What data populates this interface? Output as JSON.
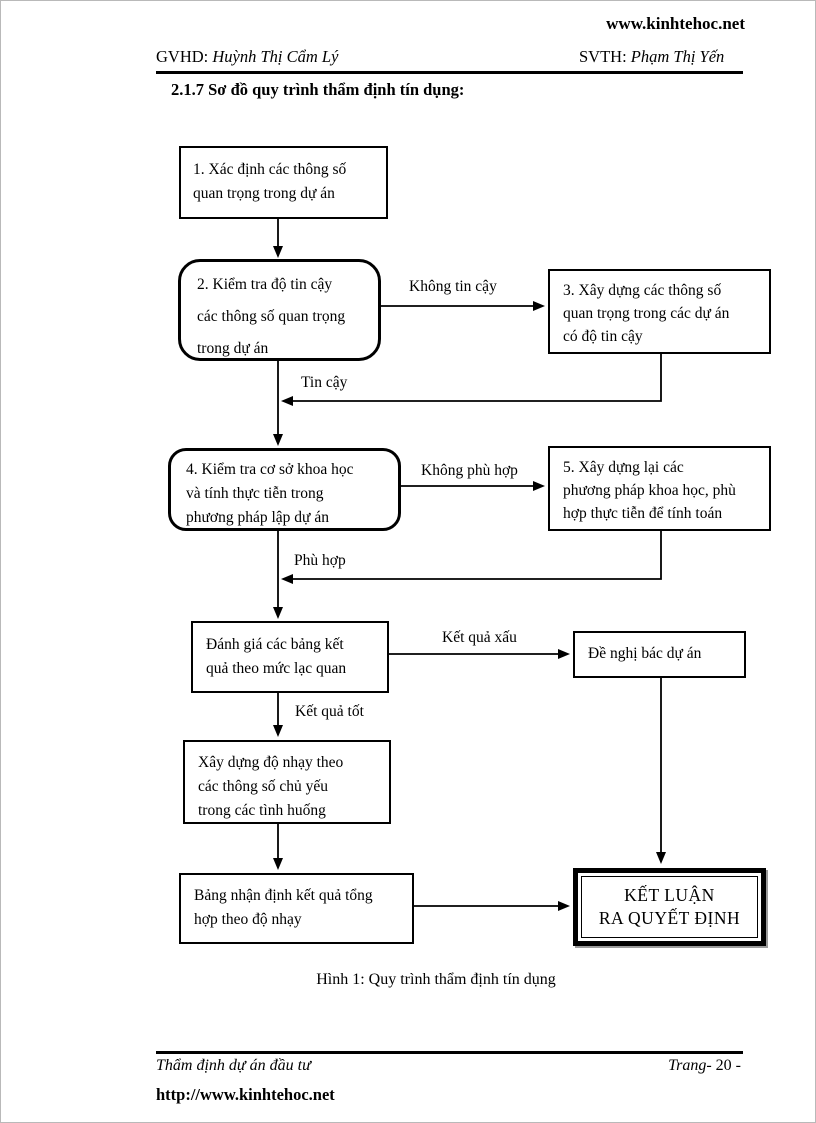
{
  "header": {
    "site": "www.kinhtehoc.net",
    "gvhd_label": "GVHD:",
    "gvhd_name": " Huỳnh Thị Cẩm Lý",
    "svth_label": "SVTH:",
    "svth_name": " Phạm Thị Yến"
  },
  "section_title": "2.1.7 Sơ đồ quy trình thẩm định tín dụng:",
  "flowchart": {
    "box1": "1. Xác định các thông số\nquan trọng trong dự án",
    "box2": "2. Kiểm tra độ tin cậy\ncác thông số quan trọng\ntrong dự án",
    "box3": "3. Xây dựng các thông số\nquan trọng trong các dự án\ncó độ tin cậy",
    "box4": "4. Kiểm tra cơ sở khoa học\nvà tính thực tiễn trong\nphương pháp lập dự án",
    "box5": "5. Xây dựng lại các\nphương pháp khoa học, phù\nhợp thực tiễn để tính toán",
    "box6": "Đánh giá các bảng kết\nquả theo mức lạc quan",
    "box7": "Đề nghị bác dự án",
    "box8": "Xây dựng độ nhạy theo\ncác thông số chủ yếu\ntrong các tình huống",
    "box9": "Bảng nhận định kết quả tổng\nhợp theo độ nhạy",
    "conclusion": "KẾT LUẬN\nRA QUYẾT ĐỊNH",
    "edge_labels": {
      "not_reliable": "Không tin cậy",
      "reliable": "Tin cậy",
      "not_suitable": "Không phù hợp",
      "suitable": "Phù hợp",
      "bad_result": "Kết quả xấu",
      "good_result": "Kết quả tốt"
    }
  },
  "caption": "Hình 1: Quy trình thẩm định tín dụng",
  "footer": {
    "left_text": "Thẩm định dự án đầu tư",
    "page_label": "Trang-",
    "page_number": " 20 -",
    "url": "http://www.kinhtehoc.net"
  }
}
